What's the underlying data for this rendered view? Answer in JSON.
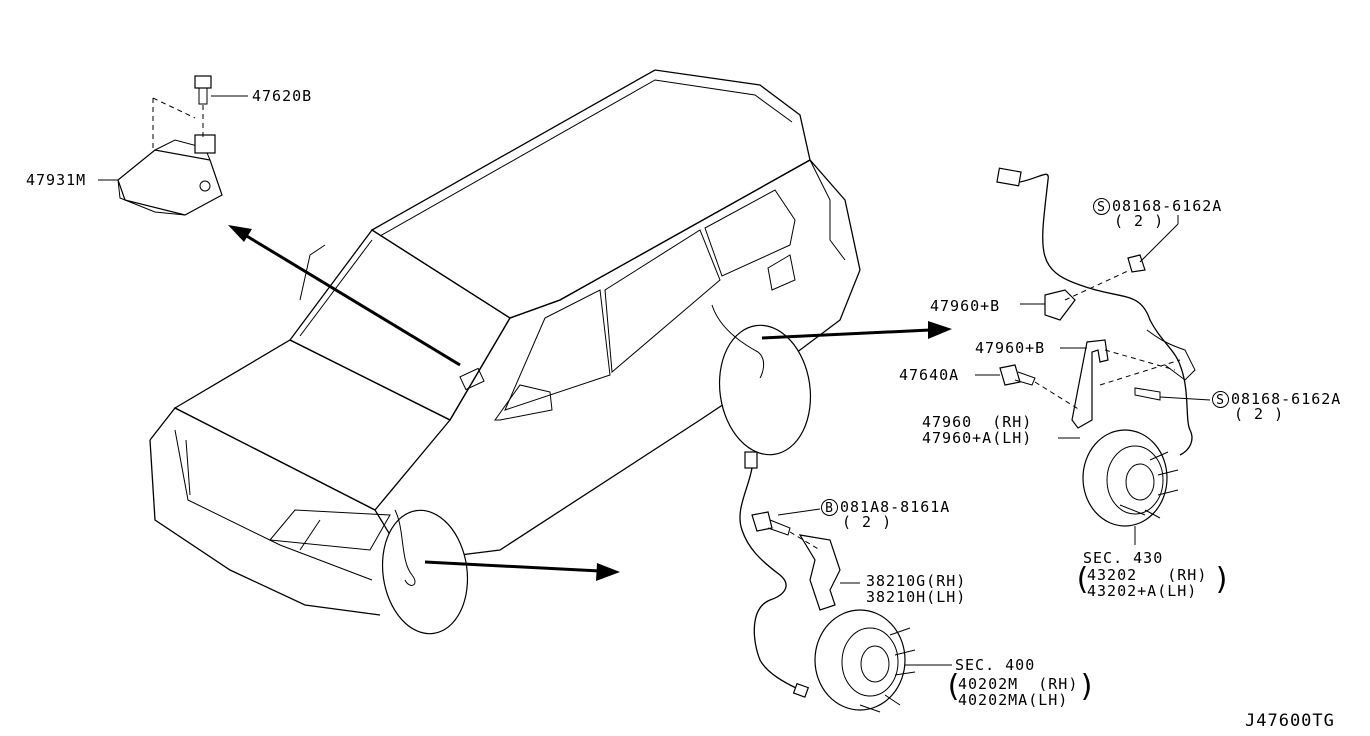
{
  "diagram_id": "J47600TG",
  "callouts": {
    "bolt_sensor": "47620B",
    "yaw_sensor": "47931M",
    "screw_top": {
      "code": "08168-6162A",
      "symbol": "S",
      "qty": "( 2 )"
    },
    "bracket_1": "47960+B",
    "bracket_2": "47960+B",
    "bolt_bracket": "47640A",
    "screw_mid": {
      "code": "08168-6162A",
      "symbol": "S",
      "qty": "( 2 )"
    },
    "rear_sensor_rh": "47960  (RH)",
    "rear_sensor_lh": "47960+A(LH)",
    "rear_sec": "SEC. 430",
    "rear_hub_rh": "43202   (RH)",
    "rear_hub_lh": "43202+A(LH)",
    "front_bolt": {
      "code": "081A8-8161A",
      "symbol": "B",
      "qty": "( 2 )"
    },
    "front_sensor_rh": "38210G(RH)",
    "front_sensor_lh": "38210H(LH)",
    "front_sec": "SEC. 400",
    "front_hub_rh": "40202M  (RH)",
    "front_hub_lh": "40202MA(LH)"
  }
}
